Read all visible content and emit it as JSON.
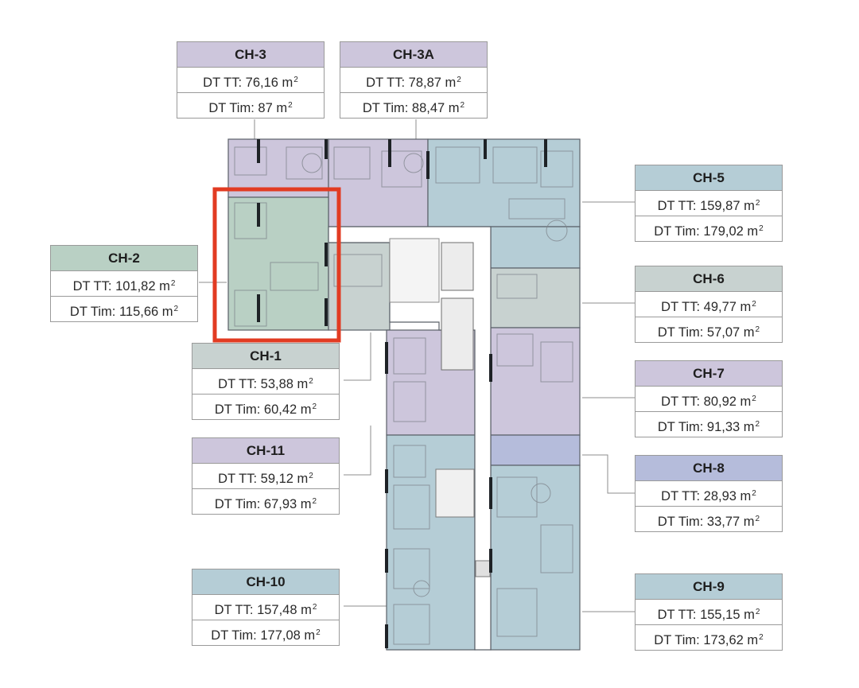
{
  "colors": {
    "purple": "#cdc6dc",
    "blue": "#b5cdd6",
    "green": "#b9d0c4",
    "mint": "#c6d6ce",
    "violet": "#b5bcdb",
    "grey": "#c8d2d0",
    "highlight": "#e23b22",
    "wall": "#4a4f56"
  },
  "units": [
    {
      "id": "ch3",
      "name": "CH-3",
      "tt_label": "DT TT:",
      "tt_value": "76,16 m",
      "tim_label": "DT Tim:",
      "tim_value": "87 m",
      "unit_sup": "2",
      "color": "#cdc6dc"
    },
    {
      "id": "ch3a",
      "name": "CH-3A",
      "tt_label": "DT TT:",
      "tt_value": "78,87 m",
      "tim_label": "DT Tim:",
      "tim_value": "88,47 m",
      "unit_sup": "2",
      "color": "#cdc6dc"
    },
    {
      "id": "ch5",
      "name": "CH-5",
      "tt_label": "DT TT:",
      "tt_value": "159,87 m",
      "tim_label": "DT Tim:",
      "tim_value": "179,02 m",
      "unit_sup": "2",
      "color": "#b5cdd6"
    },
    {
      "id": "ch2",
      "name": "CH-2",
      "tt_label": "DT TT:",
      "tt_value": "101,82 m",
      "tim_label": "DT Tim:",
      "tim_value": "115,66 m",
      "unit_sup": "2",
      "color": "#b9d0c4"
    },
    {
      "id": "ch6",
      "name": "CH-6",
      "tt_label": "DT TT:",
      "tt_value": "49,77 m",
      "tim_label": "DT Tim:",
      "tim_value": "57,07 m",
      "unit_sup": "2",
      "color": "#c8d2d0"
    },
    {
      "id": "ch1",
      "name": "CH-1",
      "tt_label": "DT TT:",
      "tt_value": "53,88 m",
      "tim_label": "DT Tim:",
      "tim_value": "60,42 m",
      "unit_sup": "2",
      "color": "#c8d2d0"
    },
    {
      "id": "ch7",
      "name": "CH-7",
      "tt_label": "DT TT:",
      "tt_value": "80,92 m",
      "tim_label": "DT Tim:",
      "tim_value": "91,33 m",
      "unit_sup": "2",
      "color": "#cdc6dc"
    },
    {
      "id": "ch11",
      "name": "CH-11",
      "tt_label": "DT TT:",
      "tt_value": "59,12 m",
      "tim_label": "DT Tim:",
      "tim_value": "67,93 m",
      "unit_sup": "2",
      "color": "#cdc6dc"
    },
    {
      "id": "ch8",
      "name": "CH-8",
      "tt_label": "DT TT:",
      "tt_value": "28,93 m",
      "tim_label": "DT Tim:",
      "tim_value": "33,77 m",
      "unit_sup": "2",
      "color": "#b5bcdb"
    },
    {
      "id": "ch10",
      "name": "CH-10",
      "tt_label": "DT TT:",
      "tt_value": "157,48 m",
      "tim_label": "DT Tim:",
      "tim_value": "177,08 m",
      "unit_sup": "2",
      "color": "#b5cdd6"
    },
    {
      "id": "ch9",
      "name": "CH-9",
      "tt_label": "DT TT:",
      "tt_value": "155,15 m",
      "tim_label": "DT Tim:",
      "tim_value": "173,62 m",
      "unit_sup": "2",
      "color": "#b5cdd6"
    }
  ]
}
